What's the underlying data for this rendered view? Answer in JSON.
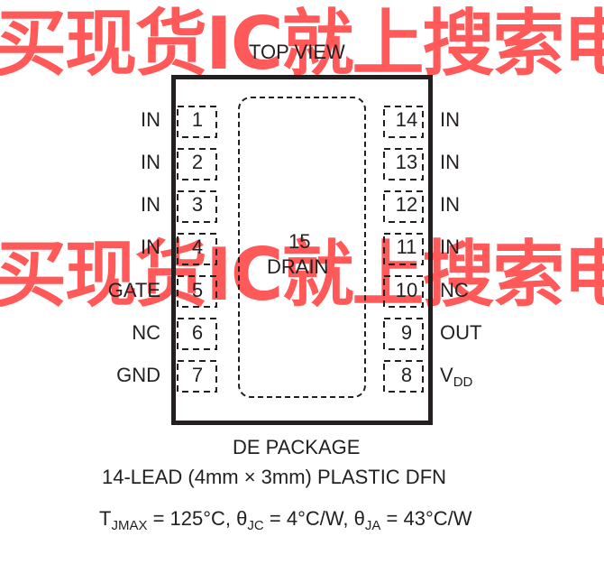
{
  "watermark": "买现货IC就上搜索电子",
  "header": "TOP VIEW",
  "left_pins": [
    {
      "label": "IN",
      "number": "1"
    },
    {
      "label": "IN",
      "number": "2"
    },
    {
      "label": "IN",
      "number": "3"
    },
    {
      "label": "IN",
      "number": "4"
    },
    {
      "label": "GATE",
      "number": "5"
    },
    {
      "label": "NC",
      "number": "6"
    },
    {
      "label": "GND",
      "number": "7"
    }
  ],
  "right_pins": [
    {
      "label": "IN",
      "number": "14"
    },
    {
      "label": "IN",
      "number": "13"
    },
    {
      "label": "IN",
      "number": "12"
    },
    {
      "label": "IN",
      "number": "11"
    },
    {
      "label": "NC",
      "number": "10"
    },
    {
      "label": "OUT",
      "number": "9"
    },
    {
      "label": "V",
      "sub": "DD",
      "number": "8"
    }
  ],
  "exposed_pad": {
    "number": "15",
    "name": "DRAIN"
  },
  "package_name": "DE PACKAGE",
  "package_desc": "14-LEAD (4mm × 3mm) PLASTIC DFN",
  "thermal": {
    "t_symbol": "T",
    "t_sub": "JMAX",
    "t_value": " = 125°C, ",
    "jc_symbol": "θ",
    "jc_sub": "JC",
    "jc_value": " = 4°C/W, ",
    "ja_symbol": "θ",
    "ja_sub": "JA",
    "ja_value": " = 43°C/W"
  }
}
